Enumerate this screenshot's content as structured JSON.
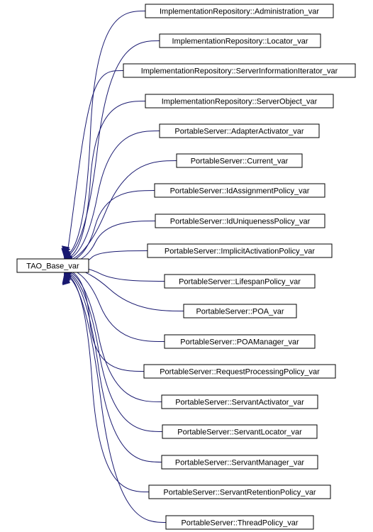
{
  "diagram": {
    "type": "inheritance-graph",
    "edge_color": "#191970",
    "box_border_color": "#000000",
    "base_class": "TAO_Base_var",
    "derived_classes": [
      "ImplementationRepository::Administration_var",
      "ImplementationRepository::Locator_var",
      "ImplementationRepository::ServerInformationIterator_var",
      "ImplementationRepository::ServerObject_var",
      "PortableServer::AdapterActivator_var",
      "PortableServer::Current_var",
      "PortableServer::IdAssignmentPolicy_var",
      "PortableServer::IdUniquenessPolicy_var",
      "PortableServer::ImplicitActivationPolicy_var",
      "PortableServer::LifespanPolicy_var",
      "PortableServer::POA_var",
      "PortableServer::POAManager_var",
      "PortableServer::RequestProcessingPolicy_var",
      "PortableServer::ServantActivator_var",
      "PortableServer::ServantLocator_var",
      "PortableServer::ServantManager_var",
      "PortableServer::ServantRetentionPolicy_var",
      "PortableServer::ThreadPolicy_var"
    ]
  }
}
